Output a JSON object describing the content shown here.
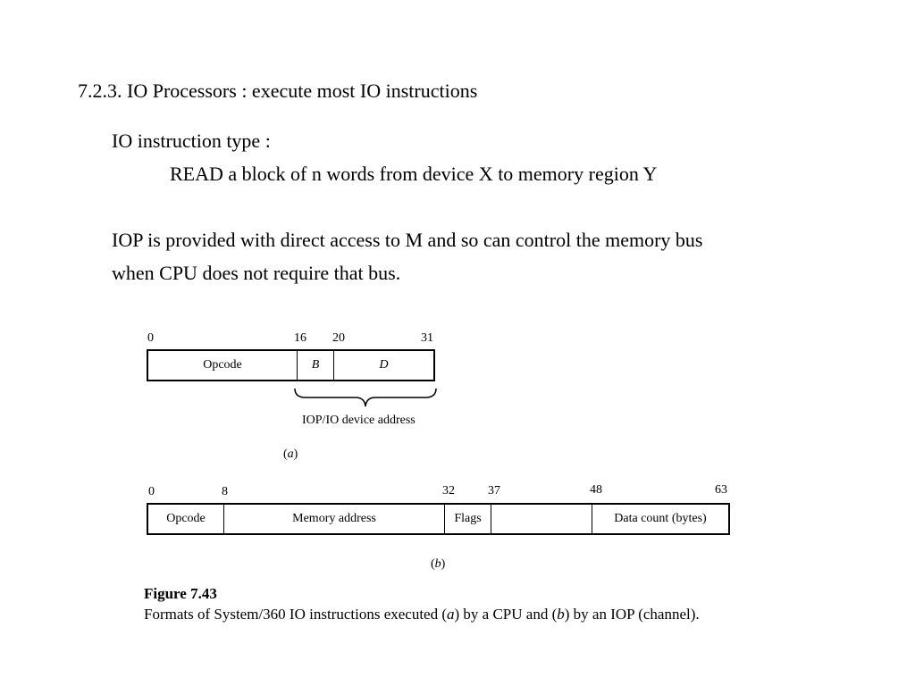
{
  "heading": "7.2.3. IO Processors : execute most IO instructions",
  "io_type_label": "IO instruction type :",
  "io_type_example": "READ a block of n words from device X to memory region Y",
  "iop_line1": "IOP is provided with direct access to M and so can control the memory bus",
  "iop_line2": "when CPU does not require that bus.",
  "figure": {
    "a": {
      "bits": [
        "0",
        "16",
        "20",
        "31"
      ],
      "fields": [
        "Opcode",
        "B",
        "D"
      ],
      "brace_label": "IOP/IO device address",
      "sublabel": "a"
    },
    "b": {
      "bits": [
        "0",
        "8",
        "32",
        "37",
        "48",
        "63"
      ],
      "fields": [
        "Opcode",
        "Memory address",
        "Flags",
        "",
        "Data count (bytes)"
      ],
      "sublabel": "b"
    },
    "caption_title": "Figure 7.43",
    "caption_pre": "Formats of System/360 IO instructions executed (",
    "caption_a": "a",
    "caption_mid": ") by a CPU and (",
    "caption_b": "b",
    "caption_post": ") by an IOP (channel)."
  }
}
